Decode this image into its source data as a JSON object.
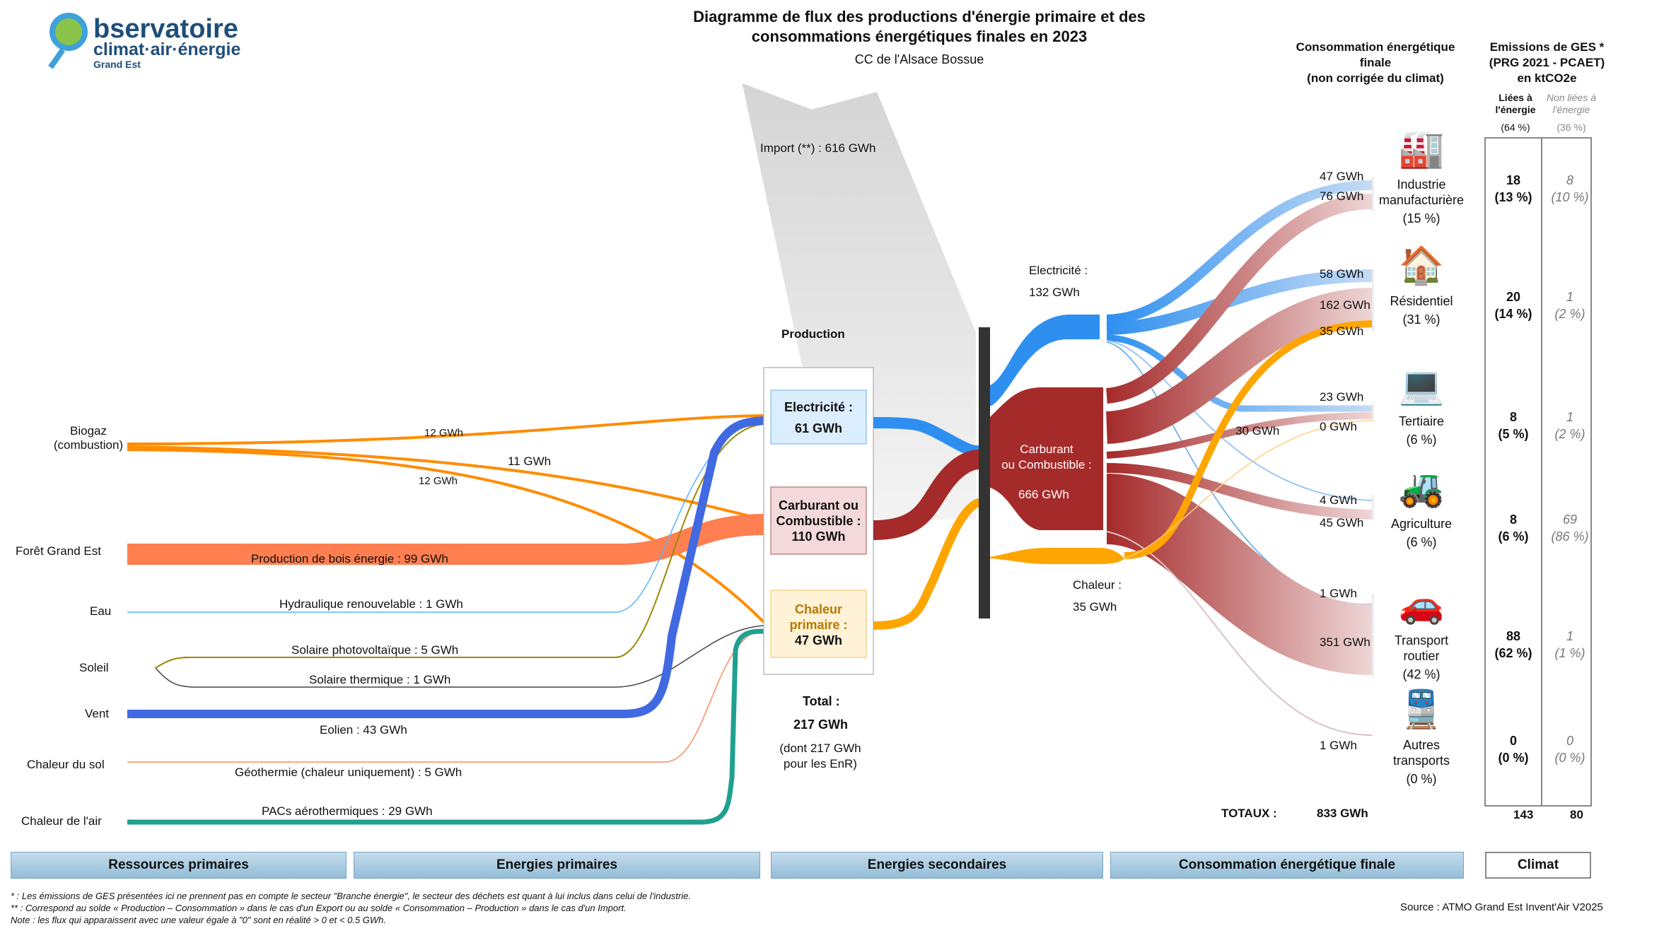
{
  "logo": {
    "line1": "bservatoire",
    "line2": "climat·air·énergie",
    "line3": "Grand Est"
  },
  "title": {
    "line1": "Diagramme de flux des productions d'énergie primaire et des",
    "line2": "consommations énergétiques finales en 2023",
    "territory": "CC de l'Alsace Bossue"
  },
  "import_label": "Import (**) :  616 GWh",
  "production_header": "Production",
  "resources": {
    "biogaz": "Biogaz\n(combustion)",
    "foret": "Forêt Grand Est",
    "eau": "Eau",
    "soleil": "Soleil",
    "vent": "Vent",
    "chaleur_sol": "Chaleur du sol",
    "chaleur_air": "Chaleur de l'air"
  },
  "flows": {
    "biogaz_1": "12 GWh",
    "biogaz_2": "11 GWh",
    "biogaz_3": "12 GWh",
    "bois": "Production de bois énergie :  99 GWh",
    "hydro": "Hydraulique renouvelable :  1 GWh",
    "pv": "Solaire photovoltaïque :  5 GWh",
    "thermique": "Solaire thermique :  1 GWh",
    "eolien": "Eolien :  43 GWh",
    "geo": "Géothermie (chaleur uniquement) :  5 GWh",
    "pac": "PACs aérothermiques :  29 GWh"
  },
  "production": {
    "elec_label": "Electricité :",
    "elec_value": "61 GWh",
    "comb_label": "Carburant ou Combustible :",
    "comb_value": "110 GWh",
    "chal_label": "Chaleur primaire :",
    "chal_value": "47 GWh",
    "total_label": "Total :",
    "total_value": "217 GWh",
    "total_note": "(dont  217 GWh\npour les EnR)"
  },
  "secondary": {
    "elec": "Electricité :\n132 GWh",
    "comb": "Carburant\nou Combustible :",
    "comb_value": "666 GWh",
    "chal": "Chaleur :\n35 GWh",
    "comb_tertiaire": "30 GWh"
  },
  "consumption_header": "Consommation énergétique\nfinale\n(non corrigée du climat)",
  "ges_header": "Emissions de GES *\n(PRG 2021 - PCAET)\nen ktCO2e",
  "ges_sub1": "Liées à\nl'énergie",
  "ges_sub1_pct": "(64 %)",
  "ges_sub2": "Non liées à\nl'énergie",
  "ges_sub2_pct": "(36 %)",
  "sectors": [
    {
      "name": "Industrie\nmanufacturière",
      "pct": "(15 %)",
      "icon": "factory-icon",
      "glyph": "🏭",
      "flows": [
        "47 GWh",
        "76 GWh"
      ],
      "ges_e": "18",
      "ges_e_pct": "(13 %)",
      "ges_n": "8",
      "ges_n_pct": "(10 %)"
    },
    {
      "name": "Résidentiel",
      "pct": "(31 %)",
      "icon": "house-icon",
      "glyph": "🏠",
      "flows": [
        "58 GWh",
        "162 GWh",
        "35 GWh"
      ],
      "ges_e": "20",
      "ges_e_pct": "(14 %)",
      "ges_n": "1",
      "ges_n_pct": "(2 %)"
    },
    {
      "name": "Tertiaire",
      "pct": "(6 %)",
      "icon": "laptop-icon",
      "glyph": "💻",
      "flows": [
        "23 GWh",
        "0 GWh"
      ],
      "ges_e": "8",
      "ges_e_pct": "(5 %)",
      "ges_n": "1",
      "ges_n_pct": "(2 %)"
    },
    {
      "name": "Agriculture",
      "pct": "(6 %)",
      "icon": "tractor-icon",
      "glyph": "🚜",
      "flows": [
        "4 GWh",
        "45 GWh"
      ],
      "ges_e": "8",
      "ges_e_pct": "(6 %)",
      "ges_n": "69",
      "ges_n_pct": "(86 %)"
    },
    {
      "name": "Transport\nroutier",
      "pct": "(42 %)",
      "icon": "car-icon",
      "glyph": "🚗",
      "flows": [
        "1 GWh",
        "351 GWh"
      ],
      "ges_e": "88",
      "ges_e_pct": "(62 %)",
      "ges_n": "1",
      "ges_n_pct": "(1 %)"
    },
    {
      "name": "Autres\ntransports",
      "pct": "(0 %)",
      "icon": "train-icon",
      "glyph": "🚆",
      "flows": [
        "1 GWh"
      ],
      "ges_e": "0",
      "ges_e_pct": "(0 %)",
      "ges_n": "0",
      "ges_n_pct": "(0 %)"
    }
  ],
  "totals": {
    "label": "TOTAUX :",
    "consumption": "833 GWh",
    "ges_e": "143",
    "ges_n": "80"
  },
  "footer": {
    "ressources": "Ressources primaires",
    "energies_primaires": "Energies primaires",
    "energies_secondaires": "Energies secondaires",
    "consommation": "Consommation énergétique finale",
    "climat": "Climat"
  },
  "notes": {
    "n1": "* : Les émissions de GES présentées ici ne prennent pas en compte le secteur \"Branche énergie\", le secteur des déchets est quant à lui inclus dans celui de l'industrie.",
    "n2": "** : Correspond au solde « Production – Consommation » dans le cas d'un Export ou au solde « Consommation – Production » dans le cas d'un Import.",
    "n3": "Note : les flux qui apparaissent avec une valeur égale à \"0\" sont en réalité > 0 et < 0.5 GWh."
  },
  "source": "Source : ATMO Grand Est Invent'Air V2025",
  "colors": {
    "elec": "#2e8ff0",
    "comb": "#a52a2a",
    "chal": "#ffa500",
    "bois": "#ff7f50",
    "eolien": "#4169e1",
    "pac": "#20a090",
    "import": "#d9d9d9"
  }
}
